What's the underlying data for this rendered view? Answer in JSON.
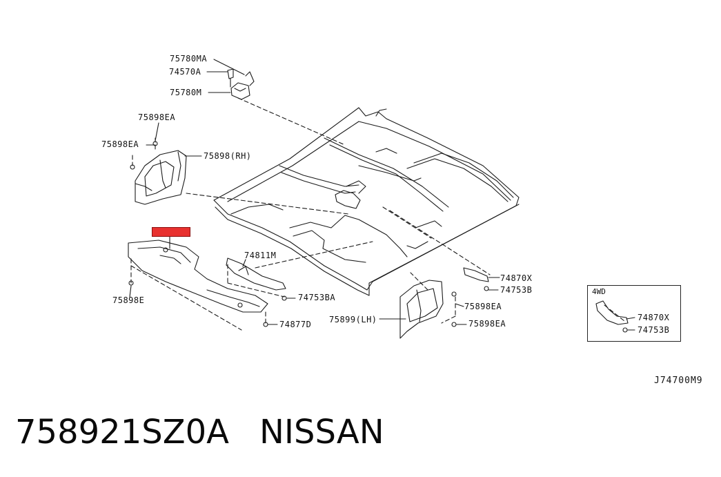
{
  "diagram": {
    "labels": {
      "p75780MA": "75780MA",
      "p74570A": "74570A",
      "p75780M": "75780M",
      "p75898EA_top": "75898EA",
      "p75898EA_left": "75898EA",
      "p75898RH": "75898(RH)",
      "p74811M": "74811M",
      "p75898E": "75898E",
      "p74753BA": "74753BA",
      "p74877D": "74877D",
      "p74870X": "74870X",
      "p74753B": "74753B",
      "p75898EA_mid": "75898EA",
      "p75899LH": "75899(LH)",
      "p75898EA_low": "75898EA"
    },
    "inset": {
      "title": "4WD",
      "label_74870X": "74870X",
      "label_74753B": "74753B"
    },
    "diagram_code": "J74700M9"
  },
  "caption": {
    "part_number": "758921SZ0A",
    "brand": "NISSAN"
  },
  "highlight_color": "#e8312f"
}
